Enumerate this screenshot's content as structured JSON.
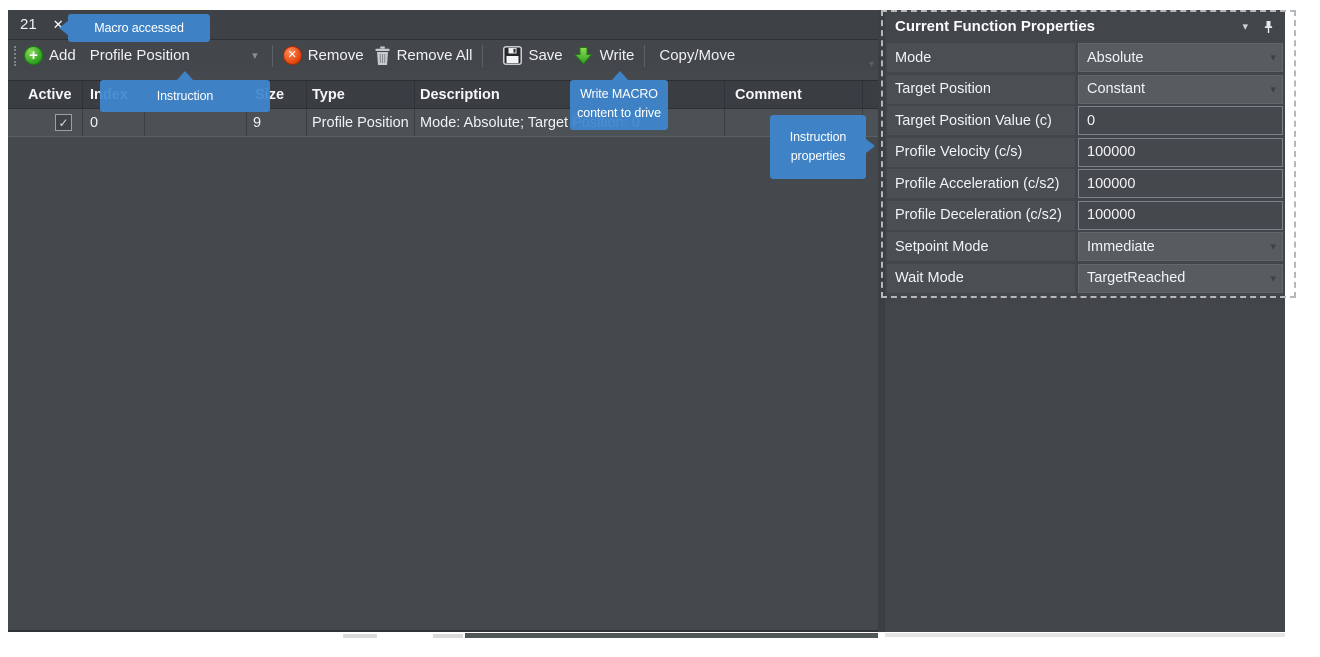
{
  "window": {
    "tab_label": "21",
    "close_glyph": "✕"
  },
  "toolbar": {
    "add_label": "Add",
    "instruction_combo_value": "Profile Position",
    "remove_label": "Remove",
    "remove_all_label": "Remove All",
    "save_label": "Save",
    "write_label": "Write",
    "copy_move_label": "Copy/Move"
  },
  "grid": {
    "columns": [
      "Active",
      "Index",
      "",
      "Size",
      "Type",
      "Description",
      "Comment"
    ],
    "rows": [
      {
        "active": "checked",
        "index": "0",
        "hidden": "",
        "size": "9",
        "type": "Profile Position",
        "description": "Mode: Absolute; Target Position: 0",
        "comment": ""
      }
    ]
  },
  "properties_panel": {
    "title": "Current Function Properties",
    "rows": [
      {
        "label": "Mode",
        "value": "Absolute",
        "kind": "dropdown"
      },
      {
        "label": "Target Position",
        "value": "Constant",
        "kind": "dropdown"
      },
      {
        "label": "Target Position Value (c)",
        "value": "0",
        "kind": "input"
      },
      {
        "label": "Profile Velocity (c/s)",
        "value": "100000",
        "kind": "input"
      },
      {
        "label": "Profile Acceleration (c/s2)",
        "value": "100000",
        "kind": "input"
      },
      {
        "label": "Profile Deceleration (c/s2)",
        "value": "100000",
        "kind": "input"
      },
      {
        "label": "Setpoint Mode",
        "value": "Immediate",
        "kind": "dropdown"
      },
      {
        "label": "Wait Mode",
        "value": "TargetReached",
        "kind": "dropdown"
      }
    ]
  },
  "callouts": {
    "macro_accessed": "Macro accessed",
    "instruction": "Instruction",
    "write_macro_line1": "Write MACRO",
    "write_macro_line2": "content to drive",
    "instruction_props_line1": "Instruction",
    "instruction_props_line2": "properties"
  },
  "colors": {
    "callout_blue": "#3e86cd",
    "panel_bg": "#42464b",
    "row_bg": "#4c5156",
    "header_bg": "#3a3e42",
    "add_green": "#37a527",
    "remove_red": "#e8490e",
    "write_green": "#49b428"
  }
}
